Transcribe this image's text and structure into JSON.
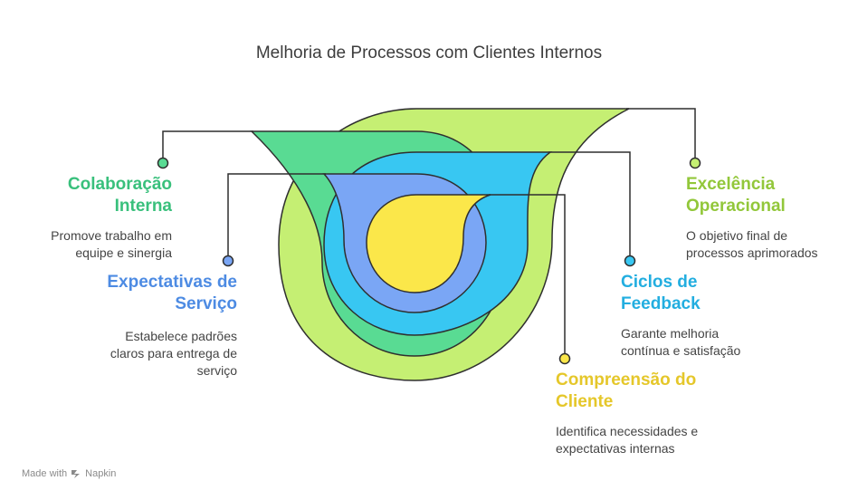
{
  "title": "Melhoria de Processos com Clientes Internos",
  "colors": {
    "green_light": "#c5ef73",
    "green": "#59db93",
    "blue_light": "#38c7f2",
    "blue": "#7aa6f5",
    "yellow": "#fbe74a",
    "line": "#2f2f2f",
    "label_green_dark": "#39c07c",
    "label_blue": "#4d8be3",
    "label_yellow": "#e5c72a",
    "label_cyan": "#23aee0",
    "label_green_light": "#92c73a"
  },
  "items": [
    {
      "key": "colaboracao",
      "label": "Colaboração Interna",
      "description": "Promove trabalho em equipe e sinergia",
      "color": "#39c07c"
    },
    {
      "key": "expectativas",
      "label": "Expectativas de Serviço",
      "description": "Estabelece padrões claros para entrega de serviço",
      "color": "#4d8be3"
    },
    {
      "key": "compreensao",
      "label": "Compreensão do Cliente",
      "description": "Identifica necessidades e expectativas internas",
      "color": "#e5c72a"
    },
    {
      "key": "ciclos",
      "label": "Ciclos de Feedback",
      "description": "Garante melhoria contínua e satisfação",
      "color": "#23aee0"
    },
    {
      "key": "excelencia",
      "label": "Excelência Operacional",
      "description": "O objetivo final de processos aprimorados",
      "color": "#92c73a"
    }
  ],
  "footer": {
    "made_with": "Made with",
    "brand": "Napkin",
    "brand_icon": "napkin-logo-icon"
  }
}
